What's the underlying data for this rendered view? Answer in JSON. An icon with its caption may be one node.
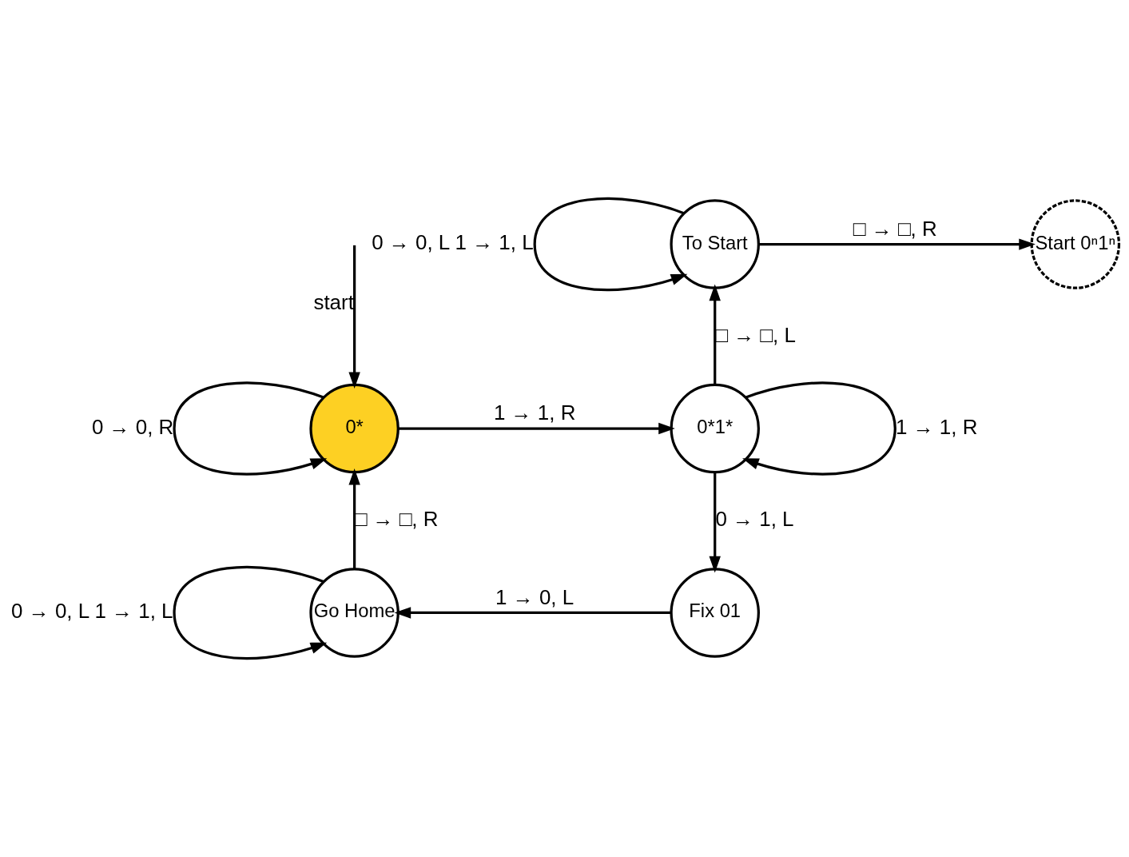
{
  "diagram": {
    "nodes": [
      {
        "text": [
          "To Start"
        ]
      },
      {
        "text": [
          "Start 0ⁿ1ⁿ"
        ]
      },
      {
        "text": [
          "0*"
        ]
      },
      {
        "text": [
          "0*1*"
        ]
      },
      {
        "text": [
          "Go Home"
        ]
      },
      {
        "text": [
          "Fix 01"
        ]
      }
    ],
    "edges": [
      {
        "from": 0,
        "to": 0,
        "arrow": "to",
        "label": "0 → 0, L 1 → 1, L"
      },
      {
        "from": 0,
        "to": 1,
        "arrow": "to",
        "label": "□ → □, R"
      },
      {
        "from": 3,
        "to": 0,
        "arrow": "to",
        "label": "□ → □, L"
      },
      {
        "from": null,
        "to": 2,
        "arrow": "to",
        "label": "start"
      },
      {
        "from": 2,
        "to": 2,
        "arrow": "to",
        "label": "0 → 0, R"
      },
      {
        "from": 2,
        "to": 3,
        "arrow": "to",
        "label": "1 → 1, R"
      },
      {
        "from": 3,
        "to": 3,
        "arrow": "to",
        "label": "1 → 1, R"
      },
      {
        "from": 3,
        "to": 5,
        "arrow": "to",
        "label": "0 → 1, L"
      },
      {
        "from": 5,
        "to": 4,
        "arrow": "to",
        "label": "1 → 0, L"
      },
      {
        "from": 4,
        "to": 4,
        "arrow": "to",
        "label": "0 → 0, L 1 → 1, L"
      },
      {
        "from": 4,
        "to": 2,
        "arrow": "to",
        "label": "□ → □, R"
      }
    ]
  }
}
